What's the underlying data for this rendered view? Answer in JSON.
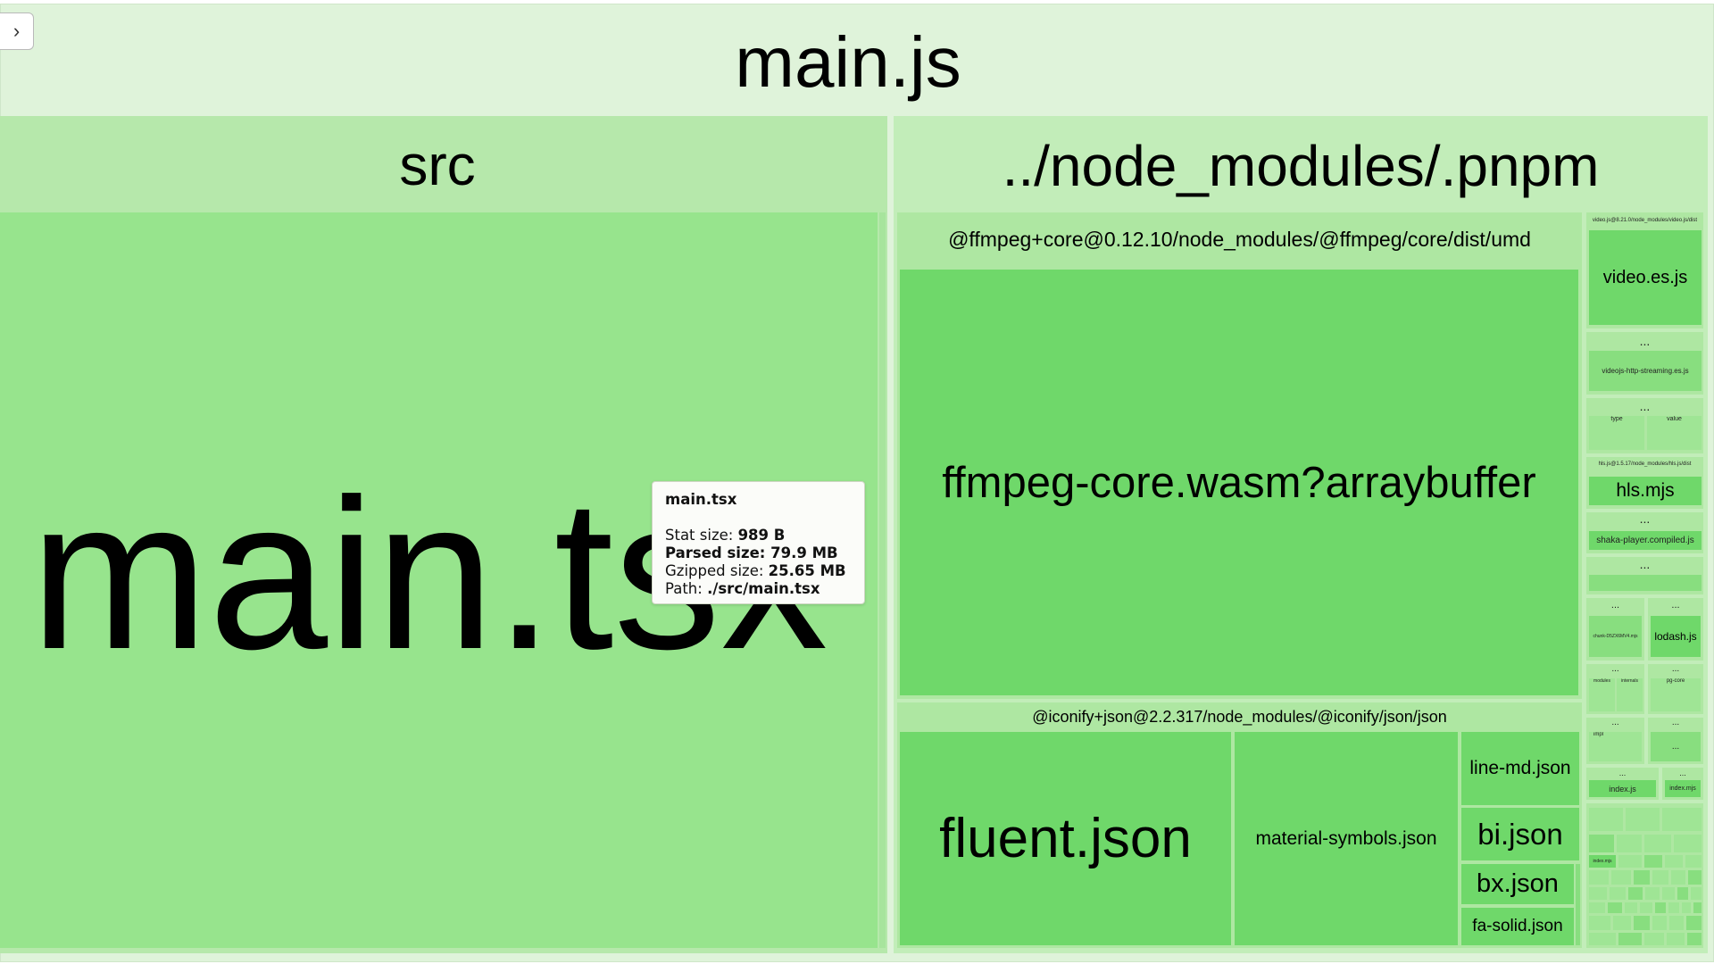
{
  "toggle": {
    "icon": "chevron-right-icon",
    "glyph": "›"
  },
  "root": {
    "label": "main.js"
  },
  "src": {
    "label": "src",
    "main_tsx": "main.tsx"
  },
  "node_modules": {
    "label": "../node_modules/.pnpm",
    "ffmpeg_group": "@ffmpeg+core@0.12.10/node_modules/@ffmpeg/core/dist/umd",
    "ffmpeg_file": "ffmpeg-core.wasm?arraybuffer",
    "iconify_group": "@iconify+json@2.2.317/node_modules/@iconify/json/json",
    "fluent": "fluent.json",
    "material_symbols": "material-symbols.json",
    "line_md": "line-md.json",
    "bi": "bi.json",
    "bx": "bx.json",
    "fa_solid": "fa-solid.json",
    "video_group": "video.js@8.21.0/node_modules/video.js/dist",
    "video_es": "video.es.js",
    "ellipsis": "...",
    "videojs_http": "videojs-http-streaming.es.js",
    "type_label": "type",
    "value_label": "value",
    "hls_group": "hls.js@1.5.17/node_modules/hls.js/dist",
    "hls": "hls.mjs",
    "shaka": "shaka-player.compiled.js",
    "chunk": "chunk-D5ZX6MV4.mjs",
    "lodash": "lodash.js",
    "modules": "modules",
    "internals": "internals",
    "pg_core": "pg-core",
    "impl": "impl",
    "index_js": "index.js",
    "index_mjs": "index.mjs"
  },
  "tooltip": {
    "title": "main.tsx",
    "stat_label": "Stat size:",
    "stat_value": "989 B",
    "parsed_label": "Parsed size:",
    "parsed_value": "79.9 MB",
    "gzip_label": "Gzipped size:",
    "gzip_value": "25.65 MB",
    "path_label": "Path:",
    "path_value": "./src/main.tsx"
  },
  "colors": {
    "root_bg": "#dff3da",
    "group_bg": "#b6e8ab",
    "main_tsx_bg": "#97e48d",
    "modules_bg": "#c2edb9",
    "subgroup_bg": "#aee7a2",
    "leaf_bg": "#6fd86a",
    "small_leaf_bg": "#88de7f"
  }
}
